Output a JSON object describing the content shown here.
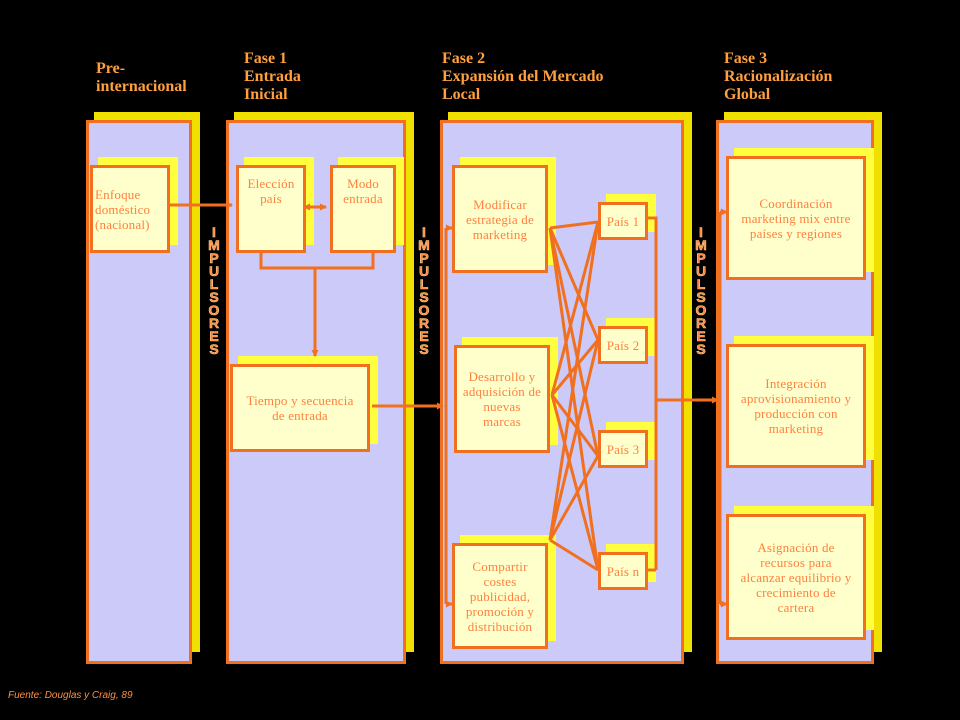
{
  "phases": {
    "pre": "Pre-\ninternacional",
    "fase1": "Fase 1\nEntrada\nInicial",
    "fase2": "Fase 2\nExpansión del Mercado\nLocal",
    "fase3": "Fase 3\nRacionalización\nGlobal"
  },
  "boxes": {
    "enfoque": "Enfoque\ndoméstico\n(nacional)",
    "eleccion": "Elección\npaís",
    "modo": "Modo\nentrada",
    "tiempo": "Tiempo y secuencia\nde entrada",
    "modificar": "Modificar\nestrategia de\nmarketing",
    "desarrollo": "Desarrollo y\nadquisición de\nnuevas\nmarcas",
    "compartir": "Compartir\ncostes\npublicidad,\npromoción y\ndistribución",
    "pais1": "País 1",
    "pais2": "País 2",
    "pais3": "País 3",
    "paisn": "País n",
    "coordinacion": "Coordinación\nmarketing mix entre\npaíses y regiones",
    "integracion": "Integración\naprovisionamiento y\nproducción con\nmarketing",
    "asignacion": "Asignación de\nrecursos para\nalcanzar equilibrio y\ncrecimiento de\ncartera"
  },
  "impulsores": "IMPULSORES",
  "source": "Fuente: Douglas y Craig, 89",
  "colors": {
    "background": "#000000",
    "orange": "#f07020",
    "column_fill": "#cccaf8",
    "shadow_yellow": "#f0e000",
    "box_fill": "#ffffcc",
    "text_orange": "#ff8040"
  }
}
